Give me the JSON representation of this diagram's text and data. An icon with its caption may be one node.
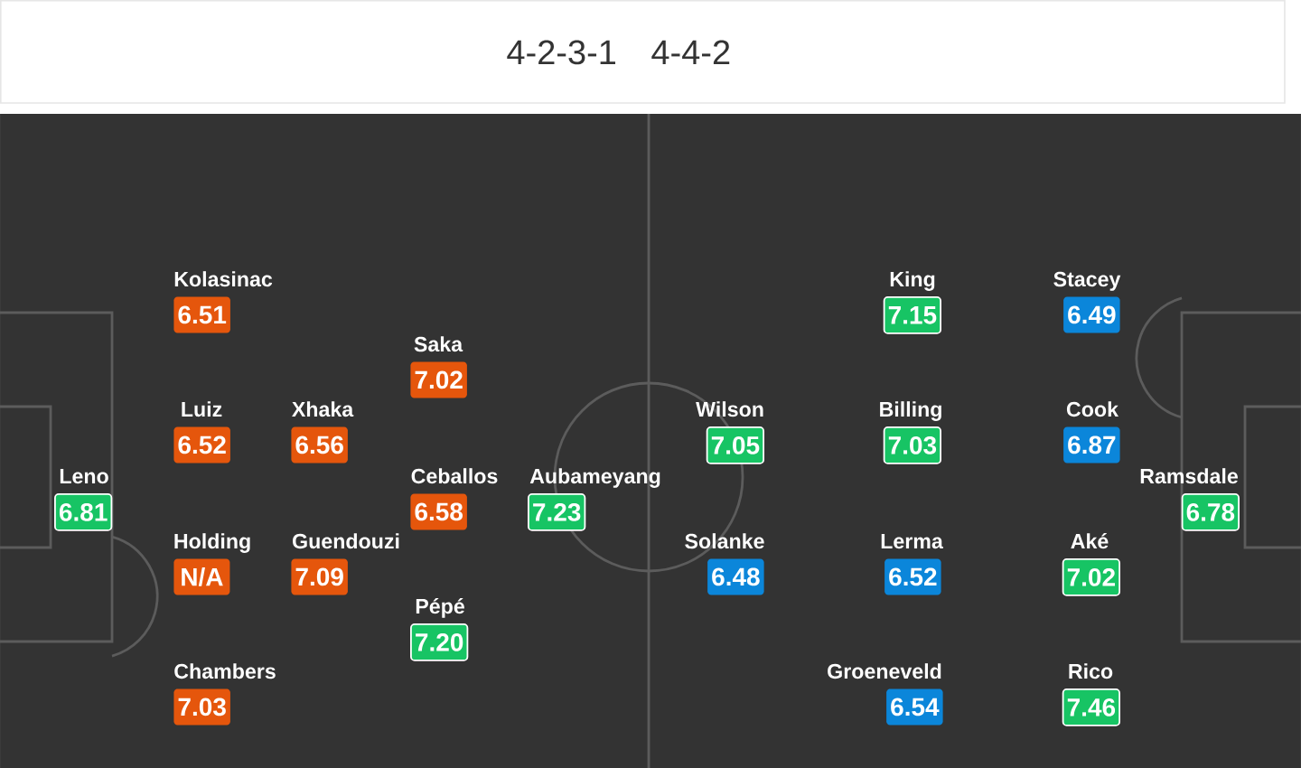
{
  "diagram": {
    "nodes": [
      {
        "text": [
          "Leno",
          "6.81"
        ]
      },
      {
        "text": [
          "Kolasinac",
          "6.51"
        ]
      },
      {
        "text": [
          "Luiz",
          "6.52"
        ]
      },
      {
        "text": [
          "Holding",
          "N/A"
        ]
      },
      {
        "text": [
          "Chambers",
          "7.03"
        ]
      },
      {
        "text": [
          "Xhaka",
          "6.56"
        ]
      },
      {
        "text": [
          "Guendouzi",
          "7.09"
        ]
      },
      {
        "text": [
          "Saka",
          "7.02"
        ]
      },
      {
        "text": [
          "Ceballos",
          "6.58"
        ]
      },
      {
        "text": [
          "Pépé",
          "7.20"
        ]
      },
      {
        "text": [
          "Aubameyang",
          "7.23"
        ]
      },
      {
        "text": [
          "Wilson",
          "7.05"
        ]
      },
      {
        "text": [
          "Solanke",
          "6.48"
        ]
      },
      {
        "text": [
          "King",
          "7.15"
        ]
      },
      {
        "text": [
          "Billing",
          "7.03"
        ]
      },
      {
        "text": [
          "Lerma",
          "6.52"
        ]
      },
      {
        "text": [
          "Groeneveld",
          "6.54"
        ]
      },
      {
        "text": [
          "Stacey",
          "6.49"
        ]
      },
      {
        "text": [
          "Cook",
          "6.87"
        ]
      },
      {
        "text": [
          "Aké",
          "7.02"
        ]
      },
      {
        "text": [
          "Rico",
          "7.46"
        ]
      },
      {
        "text": [
          "Ramsdale",
          "6.78"
        ]
      }
    ],
    "labels": [
      "4-2-3-1",
      "4-4-2"
    ]
  }
}
